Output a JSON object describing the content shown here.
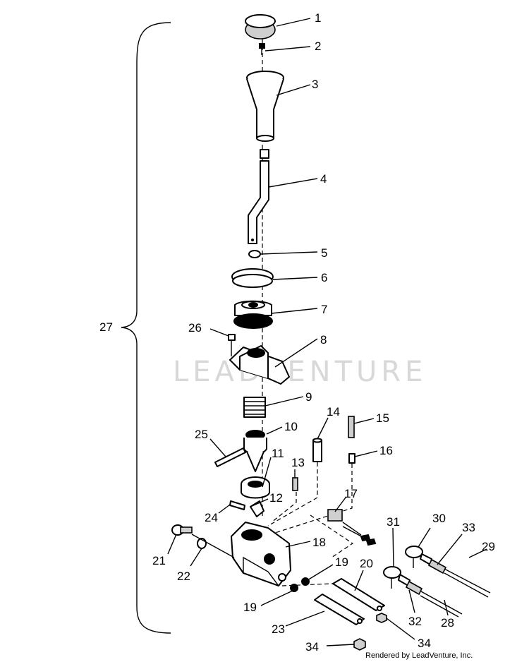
{
  "watermark": "LEADVENTURE",
  "credit": "Rendered by LeadVenture, Inc.",
  "callouts": [
    "1",
    "2",
    "3",
    "4",
    "5",
    "6",
    "7",
    "8",
    "9",
    "10",
    "11",
    "12",
    "13",
    "14",
    "15",
    "16",
    "17",
    "18",
    "19",
    "19",
    "20",
    "21",
    "22",
    "23",
    "24",
    "25",
    "26",
    "27",
    "28",
    "29",
    "30",
    "31",
    "32",
    "33",
    "34",
    "34"
  ]
}
